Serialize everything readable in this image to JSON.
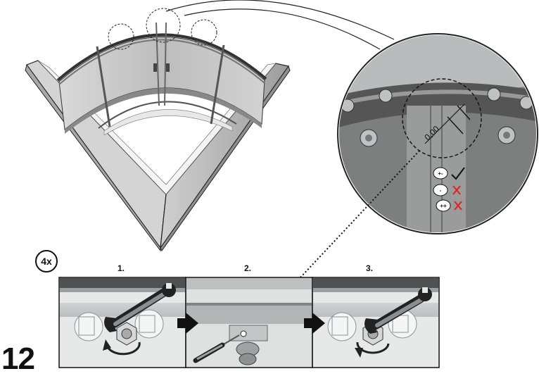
{
  "page": {
    "step_number": "12",
    "multiplier": "4x"
  },
  "detail": {
    "gap_value": "0,00",
    "options": [
      {
        "symbol": "+-",
        "status": "ok",
        "mark_color": "#111111"
      },
      {
        "symbol": "-",
        "status": "wrong",
        "mark_color": "#e02020"
      },
      {
        "symbol": "++",
        "status": "wrong",
        "mark_color": "#e02020"
      }
    ]
  },
  "steps": [
    {
      "label": "1.",
      "action": "loosen-nut",
      "arrow": "counterclockwise"
    },
    {
      "label": "2.",
      "action": "adjust-screw"
    },
    {
      "label": "3.",
      "action": "tighten-nut",
      "arrow": "clockwise"
    }
  ],
  "colors": {
    "ok": "#111111",
    "wrong": "#e02020",
    "panel_bg": "#e6e8e8",
    "wall": "#b7b7b7"
  }
}
